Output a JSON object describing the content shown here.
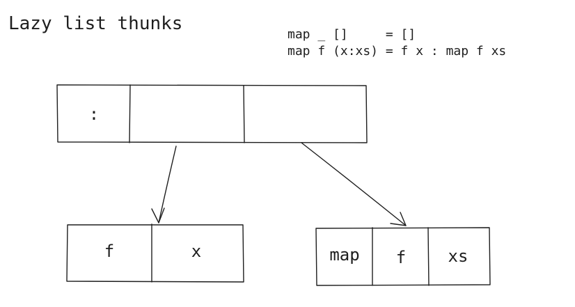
{
  "title": "Lazy list thunks",
  "code": {
    "line1": "map _ []     = []",
    "line2": "map f (x:xs) = f x : map f xs"
  },
  "cons_cell": {
    "cells": [
      ":",
      "",
      ""
    ]
  },
  "head_thunk": {
    "cells": [
      "f",
      "x"
    ]
  },
  "tail_thunk": {
    "cells": [
      "map",
      "f",
      "xs"
    ]
  }
}
